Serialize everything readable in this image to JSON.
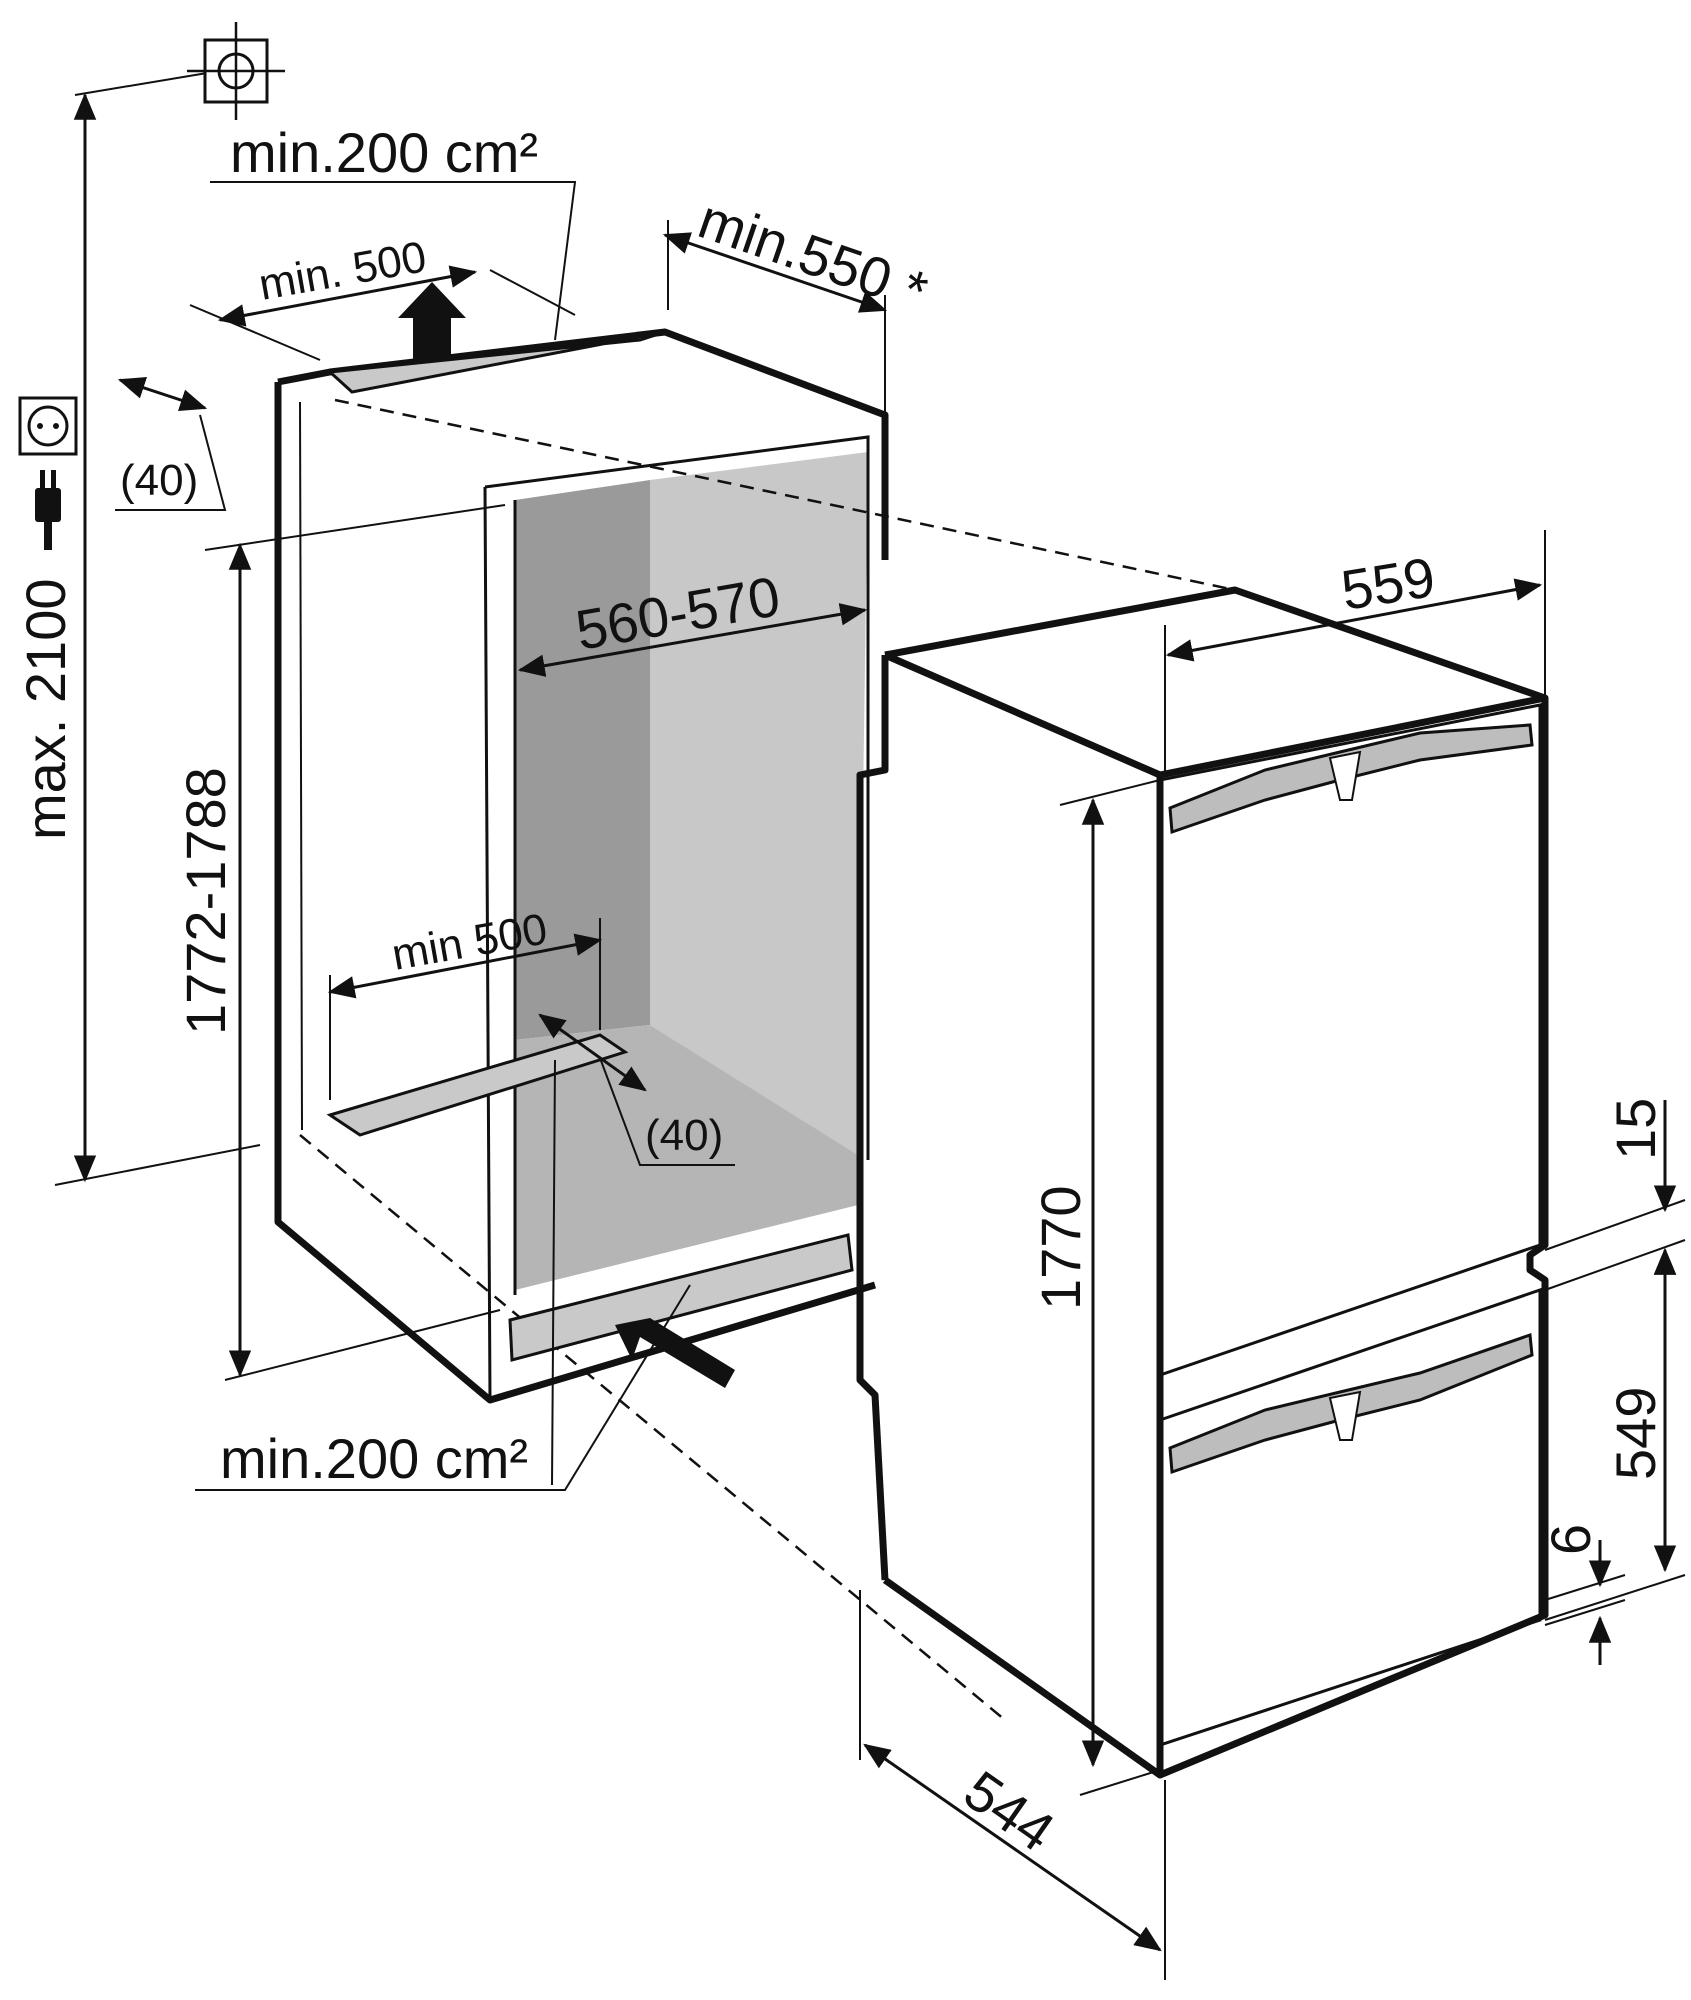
{
  "labels": {
    "vent_top_area": "min.200 cm²",
    "vent_top_width": "min. 500",
    "depth_min": "min.550 *",
    "gap_top": "(40)",
    "height_max": "max. 2100",
    "niche_height": "1772-1788",
    "niche_width": "560-570",
    "vent_bottom_width": "min 500",
    "gap_bottom": "(40)",
    "vent_bottom_area": "min.200 cm²",
    "appliance_width": "559",
    "appliance_height": "1770",
    "door_gap": "15",
    "lower_door_height": "549",
    "bottom_gap": "6",
    "appliance_depth": "544"
  },
  "icons": [
    "water-connection-icon",
    "power-socket-icon",
    "power-plug-icon"
  ],
  "colors": {
    "line": "#111111",
    "niche_back": "#9a9a9a",
    "niche_side": "#c8c8c8",
    "vent": "#c9c9c9",
    "handle": "#bdbdbd"
  }
}
